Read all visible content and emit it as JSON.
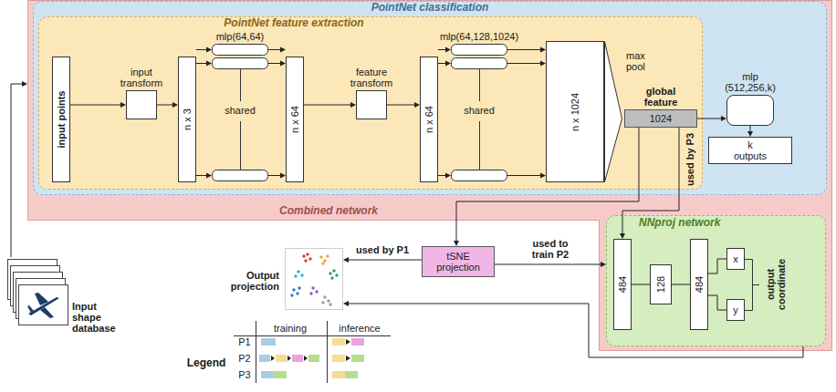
{
  "diagram": {
    "nodes": [
      {
        "text": [
          "Combined network"
        ]
      },
      {
        "text": [
          "PointNet classification"
        ],
        "in": 0
      },
      {
        "text": [
          "PointNet feature extraction"
        ],
        "in": 1
      },
      {
        "text": [
          "input points"
        ],
        "in": 2
      },
      {
        "text": [
          "input transform"
        ],
        "in": 2
      },
      {
        "text": [
          "n x 3"
        ],
        "in": 2
      },
      {
        "text": [
          "mlp(64,64)",
          "shared"
        ],
        "in": 2
      },
      {
        "text": [
          "n x 64"
        ],
        "in": 2
      },
      {
        "text": [
          "feature transform"
        ],
        "in": 2
      },
      {
        "text": [
          "n x 64"
        ],
        "in": 2
      },
      {
        "text": [
          "mlp(64,128,1024)",
          "shared"
        ],
        "in": 2
      },
      {
        "text": [
          "n x 1024"
        ],
        "in": 2
      },
      {
        "text": [
          "max pool"
        ],
        "in": 2
      },
      {
        "text": [
          "global feature",
          "1024"
        ],
        "in": 2
      },
      {
        "text": [
          "mlp (512,256,k)"
        ],
        "in": 1
      },
      {
        "text": [
          "k outputs"
        ],
        "in": 1
      },
      {
        "text": [
          "NNproj network"
        ],
        "in": 0
      },
      {
        "text": [
          "484"
        ],
        "in": 16
      },
      {
        "text": [
          "128"
        ],
        "in": 16
      },
      {
        "text": [
          "484"
        ],
        "in": 16
      },
      {
        "text": [
          "x"
        ],
        "in": 16
      },
      {
        "text": [
          "y"
        ],
        "in": 16
      },
      {
        "text": [
          "Input shape database"
        ]
      },
      {
        "text": [
          "tSNE projection"
        ]
      },
      {
        "text": [
          "Output projection"
        ]
      }
    ],
    "edges": [
      {
        "from": 22,
        "to": 0,
        "arrow": "to"
      },
      {
        "from": 3,
        "to": 4,
        "arrow": "to"
      },
      {
        "from": 4,
        "to": 5,
        "arrow": "to"
      },
      {
        "from": 5,
        "to": 6,
        "arrow": "to"
      },
      {
        "from": 6,
        "to": 7,
        "arrow": "to"
      },
      {
        "from": 7,
        "to": 8,
        "arrow": "to"
      },
      {
        "from": 8,
        "to": 9,
        "arrow": "to"
      },
      {
        "from": 9,
        "to": 10,
        "arrow": "to"
      },
      {
        "from": 10,
        "to": 11,
        "arrow": "to"
      },
      {
        "from": 13,
        "to": 14,
        "arrow": "to"
      },
      {
        "from": 14,
        "to": 15,
        "arrow": "to"
      },
      {
        "from": 13,
        "to": 23,
        "arrow": "to"
      },
      {
        "from": 13,
        "to": 17,
        "label": "used by P3",
        "arrow": "to"
      },
      {
        "from": 23,
        "to": 24,
        "label": "used by P1",
        "arrow": "to"
      },
      {
        "from": 23,
        "to": 16,
        "label": "used to train P2",
        "arrow": "to"
      },
      {
        "from": 17,
        "to": 18,
        "arrow": "none"
      },
      {
        "from": 18,
        "to": 19,
        "arrow": "none"
      },
      {
        "from": 19,
        "to": 20,
        "arrow": "none"
      },
      {
        "from": 19,
        "to": 21,
        "arrow": "none"
      },
      {
        "from": 16,
        "to": 24,
        "arrow": "to"
      }
    ],
    "labels": [
      "output coordinate",
      "Legend",
      "training",
      "inference",
      "P1",
      "P2",
      "P3"
    ]
  }
}
